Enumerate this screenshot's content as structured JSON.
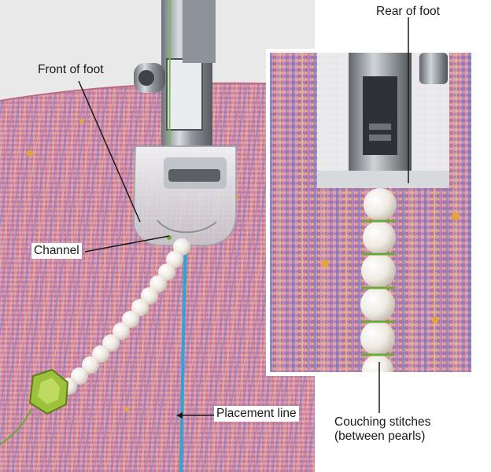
{
  "labels": {
    "front_of_foot": "Front of foot",
    "rear_of_foot": "Rear of foot",
    "channel": "Channel",
    "placement_line": "Placement line",
    "couching_line1": "Couching stitches",
    "couching_line2": "(between pearls)"
  },
  "colors": {
    "fabric_pink": "#d98aa0",
    "fabric_blue": "#6f8fd4",
    "placement_thread": "#2aa6d8",
    "pearl": "#f4f1ec",
    "bead_green": "#9bc23a",
    "metal": "#9aa0a6"
  }
}
